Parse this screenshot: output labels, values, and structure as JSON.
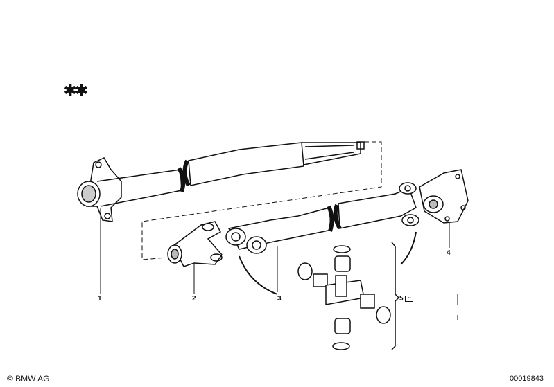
{
  "diagram": {
    "markers": "✱✱",
    "callouts": [
      {
        "number": "1",
        "name": "front-shaft-section"
      },
      {
        "number": "2",
        "name": "flange-yoke"
      },
      {
        "number": "3",
        "name": "rear-shaft-section"
      },
      {
        "number": "4",
        "name": "rear-flange"
      },
      {
        "number": "5",
        "name": "universal-joint-kit"
      }
    ],
    "ink_color": "#111111"
  },
  "footer": {
    "copyright": "© BMW AG",
    "image_number": "00019843"
  }
}
